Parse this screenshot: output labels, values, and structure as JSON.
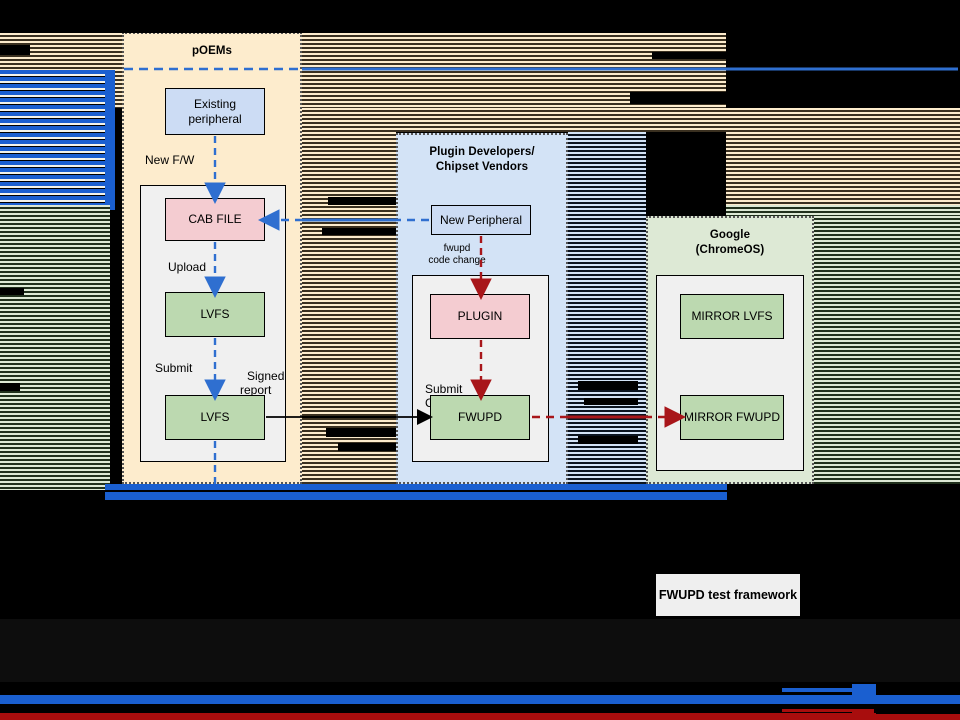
{
  "diagram": {
    "title_visible": false,
    "groups": [
      {
        "id": "poems",
        "title": "pOEMs",
        "fill": "#fdeccd",
        "nodes": [
          {
            "id": "existing-peripheral",
            "label": "Existing\nperipheral",
            "fill": "#ccdcf4"
          },
          {
            "id": "cab-file",
            "label": "CAB FILE",
            "fill": "#f4ccd1"
          },
          {
            "id": "lvfs-upload",
            "label": "LVFS",
            "fill": "#bcd9b0"
          },
          {
            "id": "lvfs-report",
            "label": "LVFS",
            "fill": "#bcd9b0"
          }
        ],
        "edge_labels": [
          "New F/W",
          "Upload",
          "Submit",
          "Signed\nreport"
        ]
      },
      {
        "id": "plugin-developers",
        "title": "Plugin Developers/\nChipset Vendors",
        "fill": "#d3e3f6",
        "nodes": [
          {
            "id": "new-peripheral",
            "label": "New Peripheral",
            "fill": "#ccdcf4"
          },
          {
            "id": "plugin",
            "label": "PLUGIN",
            "fill": "#f4ccd1"
          },
          {
            "id": "fwupd",
            "label": "FWUPD",
            "fill": "#bcd9b0"
          }
        ],
        "edge_labels": [
          "fwupd\ncode change",
          "Submit\nChanges"
        ]
      },
      {
        "id": "google",
        "title": "Google\n(ChromeOS)",
        "fill": "#dde9d5",
        "nodes": [
          {
            "id": "mirror-lvfs",
            "label": "MIRROR LVFS",
            "fill": "#bcd9b0"
          },
          {
            "id": "mirror-fwupd",
            "label": "MIRROR FWUPD",
            "fill": "#bcd9b0"
          }
        ],
        "edge_labels": []
      }
    ],
    "labels": {
      "new_fw": "New F/W",
      "upload": "Upload",
      "submit": "Submit",
      "signed_report": "Signed\nreport",
      "fwupd_code_change": "fwupd\ncode change",
      "submit_changes": "Submit\nChanges"
    },
    "group_titles": {
      "poems": "pOEMs",
      "plugin_line1": "Plugin Developers/",
      "plugin_line2": "Chipset Vendors",
      "google_line1": "Google",
      "google_line2": "(ChromeOS)"
    },
    "node_labels": {
      "existing_peripheral_line1": "Existing",
      "existing_peripheral_line2": "peripheral",
      "cab_file": "CAB FILE",
      "lvfs_upload": "LVFS",
      "lvfs_report": "LVFS",
      "new_peripheral": "New Peripheral",
      "plugin": "PLUGIN",
      "fwupd": "FWUPD",
      "mirror_lvfs": "MIRROR LVFS",
      "mirror_fwupd": "MIRROR FWUPD",
      "test_framework": "FWUPD test framework"
    },
    "colors": {
      "poem_fill": "#fdeccd",
      "plugin_fill": "#d3e3f6",
      "google_fill": "#dde9d5",
      "inner_fill": "#f0f0f0",
      "node_blue": "#ccdcf4",
      "node_pink": "#f4ccd1",
      "node_green": "#bcd9b0",
      "arrow_blue": "#2f6fd0",
      "arrow_red": "#a8161a",
      "arrow_black": "#000000",
      "glitch_blue": "#1a5fd0",
      "glitch_red": "#a80d0d",
      "background": "#000000"
    }
  }
}
